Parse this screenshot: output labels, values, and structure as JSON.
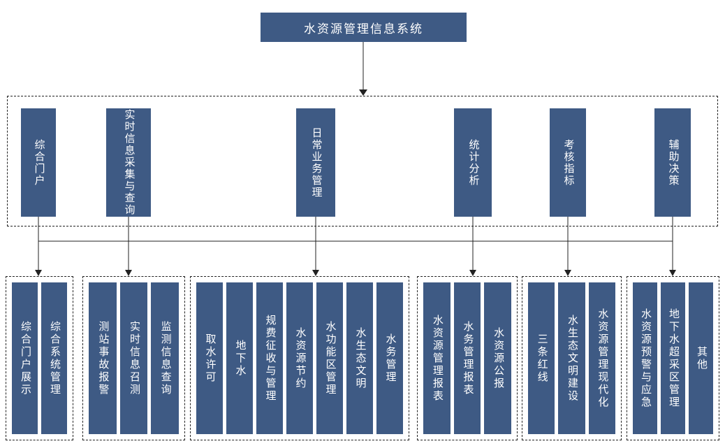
{
  "root": {
    "title": "水资源管理信息系统"
  },
  "level1": [
    "综合门户",
    "实时信息采集与查询",
    "日常业务管理",
    "统计分析",
    "考核指标",
    "辅助决策"
  ],
  "groups": [
    [
      "综合门户展示",
      "综合系统管理"
    ],
    [
      "测站事故报警",
      "实时信息召测",
      "监测信息查询"
    ],
    [
      "取水许可",
      "地下水",
      "规费征收与管理",
      "水资源节约",
      "水功能区管理",
      "水生态文明",
      "水务管理"
    ],
    [
      "水资源管理报表",
      "水务管理报表",
      "水资源公报"
    ],
    [
      "三条红线",
      "水生态文明建设",
      "水资源管理现代化"
    ],
    [
      "水资源预警与应急",
      "地下水超采区管理",
      "其他"
    ]
  ],
  "colors": {
    "node_fill": "#3e5a84",
    "node_text": "#ffffff",
    "line": "#222222",
    "background": "#ffffff"
  }
}
